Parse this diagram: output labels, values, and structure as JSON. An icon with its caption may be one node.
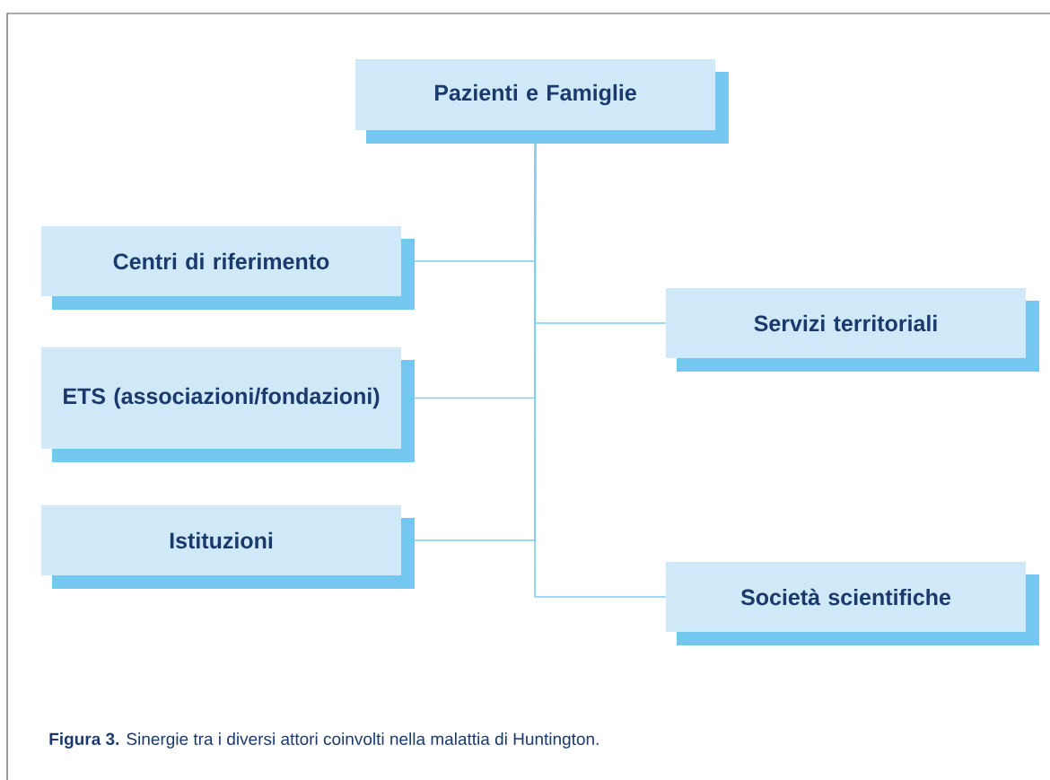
{
  "diagram": {
    "caption": "**Figura 3.** Sinergie tra i diversi attori coinvolti nella malattia di Huntington.",
    "nodes": [
      {
        "text": [
          "Pazienti e Famiglie"
        ]
      },
      {
        "text": [
          "Centri di riferimento"
        ]
      },
      {
        "text": [
          "ETS (associazioni/fondazioni)"
        ]
      },
      {
        "text": [
          "Istituzioni"
        ]
      },
      {
        "text": [
          "Servizi territoriali"
        ]
      },
      {
        "text": [
          "Società scientifiche"
        ]
      }
    ],
    "edges": [
      {
        "from": 0,
        "to": 1,
        "arrow": "none"
      },
      {
        "from": 0,
        "to": 2,
        "arrow": "none"
      },
      {
        "from": 0,
        "to": 3,
        "arrow": "none"
      },
      {
        "from": 0,
        "to": 4,
        "arrow": "none"
      },
      {
        "from": 0,
        "to": 5,
        "arrow": "none"
      }
    ]
  }
}
